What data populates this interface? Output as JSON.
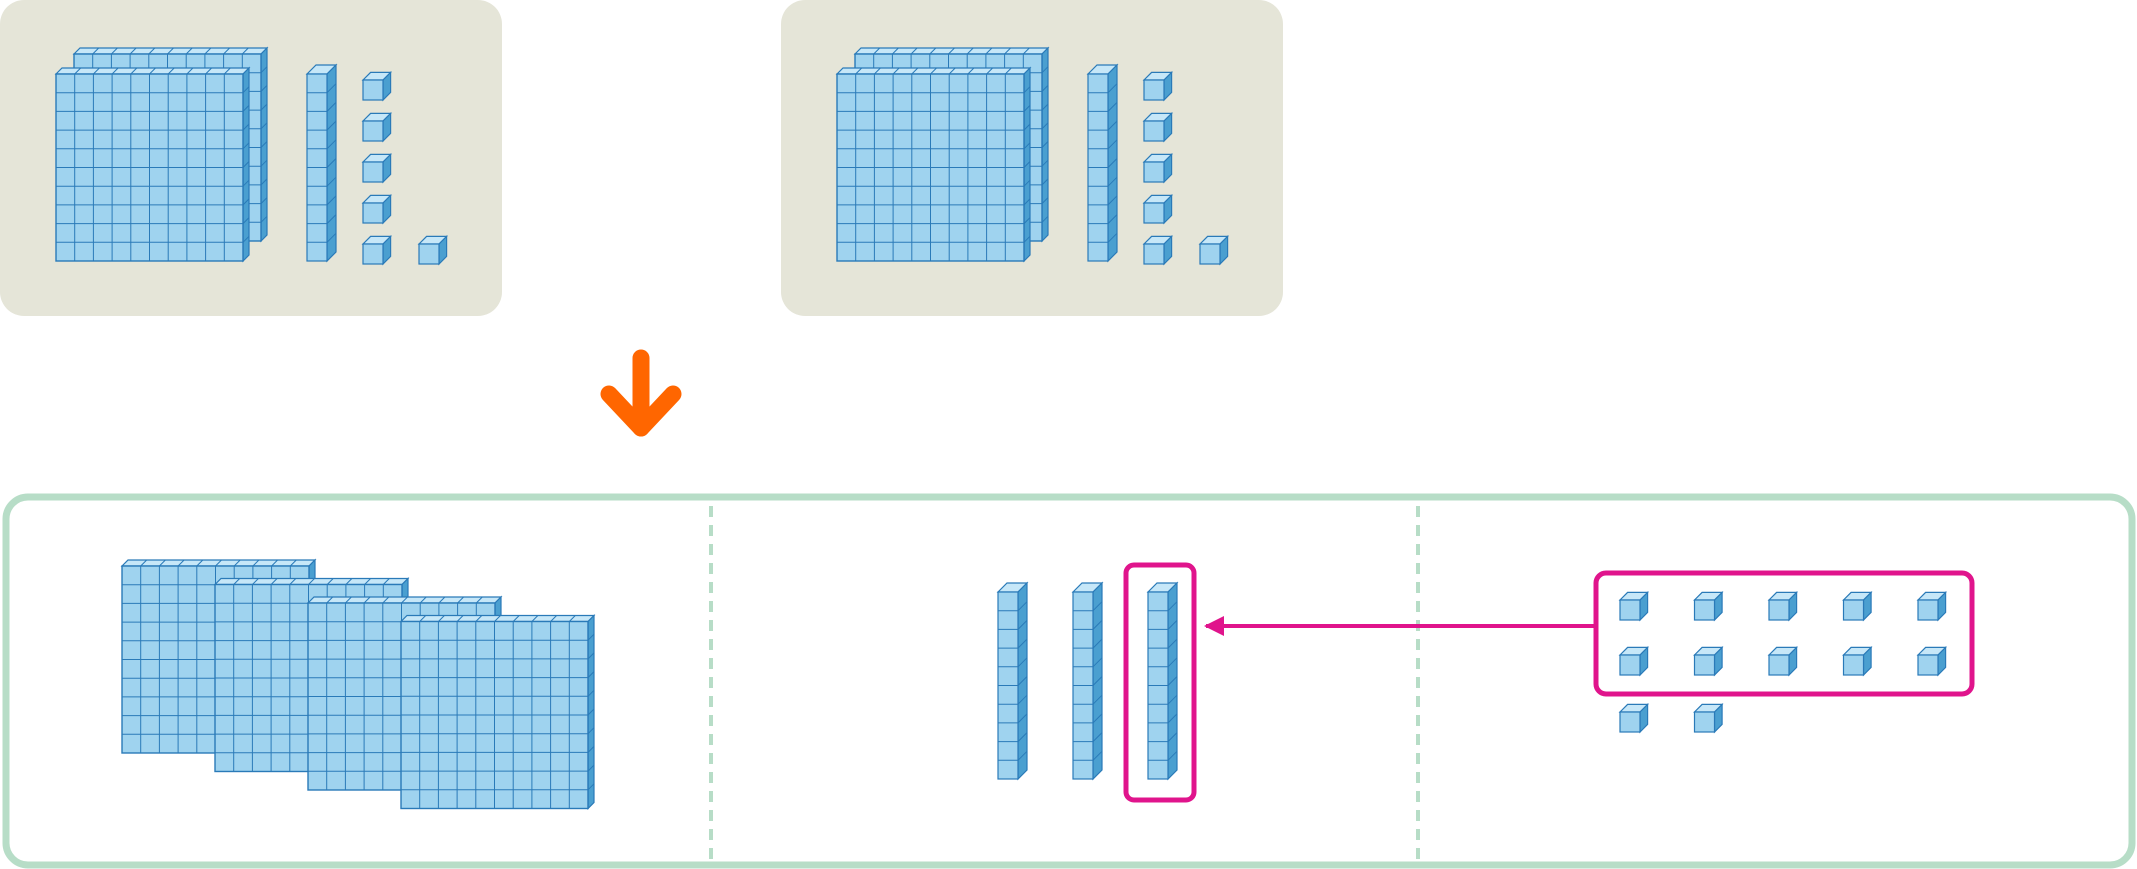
{
  "colors": {
    "panel_bg": "#e5e5d8",
    "cube_front": "#9fd3ef",
    "cube_top": "#c6e7f8",
    "cube_side": "#4a9fd0",
    "cube_stroke": "#2a7ab8",
    "arrow_down": "#ff6600",
    "highlight": "#e0148c",
    "result_border": "#b7ddc7",
    "divider": "#b7ddc7"
  },
  "addends": [
    {
      "name": "first-number",
      "hundreds": 2,
      "tens": 1,
      "ones": 6
    },
    {
      "name": "second-number",
      "hundreds": 2,
      "tens": 1,
      "ones": 6
    }
  ],
  "combined": {
    "hundreds": 4,
    "tens_before_regroup": 2,
    "ones_before_regroup": 12,
    "regroup": {
      "ones_traded": 10,
      "tens_gained": 1
    },
    "tens_after_regroup": 3,
    "ones_after_regroup": 2
  },
  "icons": {
    "hundreds_flat": "hundred-flat-icon",
    "ten_rod": "ten-rod-icon",
    "unit_cube": "unit-cube-icon",
    "down_arrow": "down-arrow-icon",
    "regroup_arrow": "left-arrow-icon"
  }
}
